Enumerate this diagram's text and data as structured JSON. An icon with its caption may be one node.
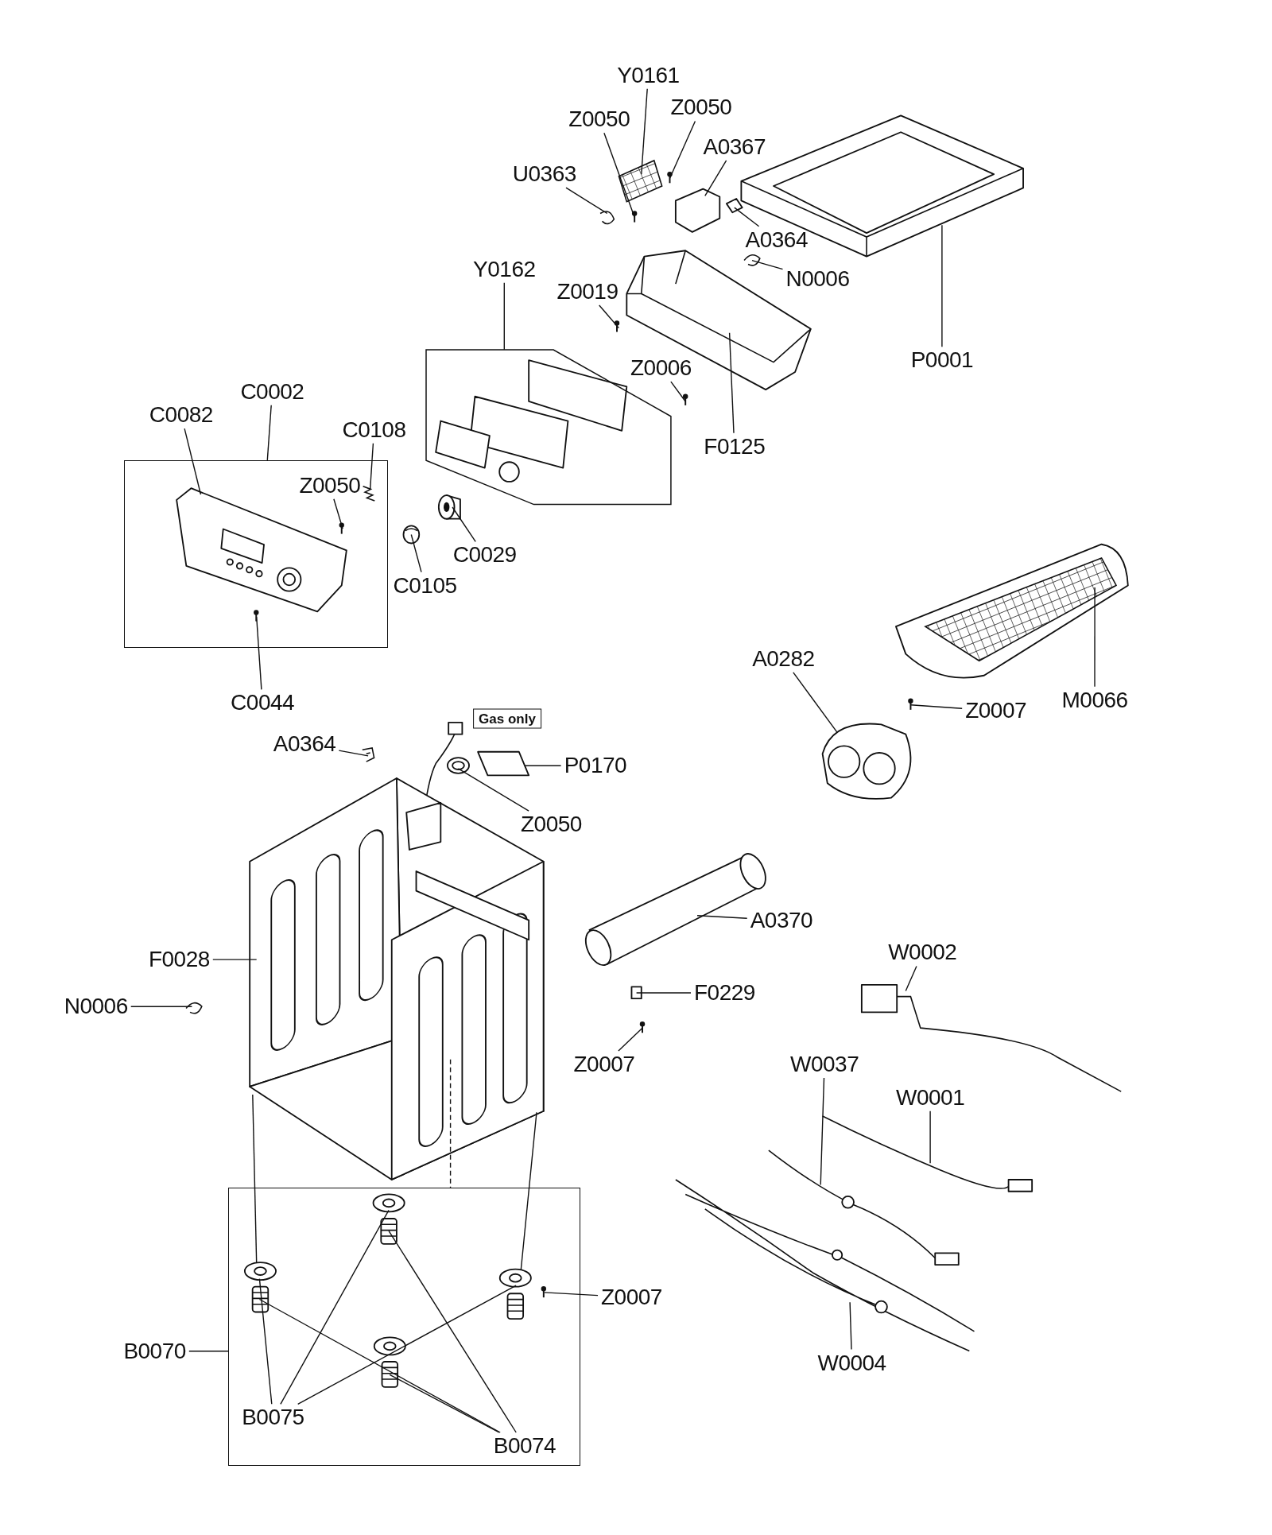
{
  "diagram": {
    "nodes": [
      {
        "text": [
          "Y0161"
        ]
      },
      {
        "text": [
          "Z0050"
        ]
      },
      {
        "text": [
          "Z0050"
        ]
      },
      {
        "text": [
          "A0367"
        ]
      },
      {
        "text": [
          "U0363"
        ]
      },
      {
        "text": [
          "A0364"
        ]
      },
      {
        "text": [
          "N0006"
        ]
      },
      {
        "text": [
          "Y0162"
        ]
      },
      {
        "text": [
          "Z0019"
        ]
      },
      {
        "text": [
          "P0001"
        ]
      },
      {
        "text": [],
        "shape": "box"
      },
      {
        "text": [
          "Z0006"
        ]
      },
      {
        "text": [
          "C0002"
        ]
      },
      {
        "text": [
          "C0082"
        ]
      },
      {
        "text": [
          "C0108"
        ]
      },
      {
        "text": [
          "F0125"
        ]
      },
      {
        "text": [],
        "shape": "box"
      },
      {
        "text": [
          "Z0050"
        ],
        "in": 16
      },
      {
        "text": [
          "C0029"
        ]
      },
      {
        "text": [
          "C0105"
        ]
      },
      {
        "text": [
          "C0044"
        ]
      },
      {
        "text": [
          "A0282"
        ]
      },
      {
        "text": [
          "Z0007"
        ]
      },
      {
        "text": [
          "M0066"
        ]
      },
      {
        "text": [
          "Gas only"
        ]
      },
      {
        "text": [
          "A0364"
        ]
      },
      {
        "text": [
          "P0170"
        ]
      },
      {
        "text": [
          "Z0050"
        ]
      },
      {
        "text": [
          "F0028"
        ]
      },
      {
        "text": [
          "A0370"
        ]
      },
      {
        "text": [
          "W0002"
        ]
      },
      {
        "text": [
          "N0006"
        ]
      },
      {
        "text": [
          "F0229"
        ]
      },
      {
        "text": [
          "Z0007"
        ]
      },
      {
        "text": [
          "W0037"
        ]
      },
      {
        "text": [
          "W0001"
        ]
      },
      {
        "text": [],
        "shape": "box"
      },
      {
        "text": [
          "Z0007"
        ]
      },
      {
        "text": [
          "B0070"
        ]
      },
      {
        "text": [
          "W0004"
        ]
      },
      {
        "text": [
          "B0075"
        ],
        "in": 36
      },
      {
        "text": [
          "B0074"
        ],
        "in": 36
      },
      {
        "text": [],
        "shape": "picture"
      },
      {
        "text": [],
        "shape": "picture"
      },
      {
        "text": [],
        "shape": "picture"
      },
      {
        "text": [],
        "shape": "picture"
      },
      {
        "text": [],
        "shape": "picture"
      },
      {
        "text": [],
        "shape": "picture"
      },
      {
        "text": [],
        "shape": "picture"
      },
      {
        "text": [],
        "shape": "picture"
      },
      {
        "text": [],
        "shape": "picture"
      },
      {
        "text": [],
        "shape": "picture"
      },
      {
        "text": [],
        "shape": "picture"
      },
      {
        "text": [],
        "shape": "picture",
        "in": 16
      },
      {
        "text": [],
        "shape": "picture",
        "in": 16
      },
      {
        "text": [],
        "shape": "picture",
        "in": 16
      },
      {
        "text": [],
        "shape": "picture",
        "in": 16
      },
      {
        "text": [],
        "shape": "picture"
      },
      {
        "text": [],
        "shape": "picture"
      },
      {
        "text": [],
        "shape": "picture"
      },
      {
        "text": [],
        "shape": "picture"
      },
      {
        "text": [],
        "shape": "picture"
      },
      {
        "text": [],
        "shape": "picture"
      },
      {
        "text": [],
        "shape": "picture"
      },
      {
        "text": [],
        "shape": "picture"
      },
      {
        "text": [],
        "shape": "picture"
      },
      {
        "text": [],
        "shape": "picture"
      },
      {
        "text": [],
        "shape": "picture"
      },
      {
        "text": [],
        "shape": "picture"
      },
      {
        "text": [],
        "shape": "picture"
      },
      {
        "text": [],
        "shape": "picture"
      },
      {
        "text": [],
        "shape": "picture"
      },
      {
        "text": [],
        "shape": "picture"
      },
      {
        "text": [],
        "shape": "picture",
        "in": 36
      },
      {
        "text": [],
        "shape": "picture"
      },
      {
        "text": [],
        "shape": "picture",
        "in": 36
      },
      {
        "text": [],
        "shape": "picture",
        "in": 36
      },
      {
        "text": [],
        "shape": "picture",
        "in": 36
      },
      {
        "text": [],
        "shape": "picture",
        "in": 36
      },
      {
        "text": [],
        "shape": "picture",
        "in": 36
      },
      {
        "text": [],
        "shape": "picture",
        "in": 36
      },
      {
        "text": [],
        "shape": "picture",
        "in": 36
      },
      {
        "text": [],
        "shape": "picture",
        "in": 36
      }
    ],
    "edges": [
      {
        "from": 0,
        "to": 42,
        "arrow": "none"
      },
      {
        "from": 1,
        "to": 43,
        "arrow": "none"
      },
      {
        "from": 2,
        "to": 44,
        "arrow": "none"
      },
      {
        "from": 3,
        "to": 45,
        "arrow": "none"
      },
      {
        "from": 4,
        "to": 46,
        "arrow": "none"
      },
      {
        "from": 5,
        "to": 47,
        "arrow": "none"
      },
      {
        "from": 6,
        "to": 48,
        "arrow": "none"
      },
      {
        "from": 7,
        "to": 10,
        "arrow": "none"
      },
      {
        "from": 8,
        "to": 50,
        "arrow": "none"
      },
      {
        "from": 9,
        "to": 51,
        "arrow": "none"
      },
      {
        "from": 11,
        "to": 52,
        "arrow": "none"
      },
      {
        "from": 12,
        "to": 16,
        "arrow": "none"
      },
      {
        "from": 13,
        "to": 53,
        "arrow": "none"
      },
      {
        "from": 14,
        "to": 54,
        "arrow": "none"
      },
      {
        "from": 15,
        "to": 49,
        "arrow": "none"
      },
      {
        "from": 17,
        "to": 55,
        "arrow": "none"
      },
      {
        "from": 18,
        "to": 57,
        "arrow": "none"
      },
      {
        "from": 19,
        "to": 58,
        "arrow": "none"
      },
      {
        "from": 20,
        "to": 56,
        "arrow": "none"
      },
      {
        "from": 21,
        "to": 59,
        "arrow": "none"
      },
      {
        "from": 22,
        "to": 60,
        "arrow": "none"
      },
      {
        "from": 23,
        "to": 61,
        "arrow": "none"
      },
      {
        "from": 25,
        "to": 62,
        "arrow": "none"
      },
      {
        "from": 26,
        "to": 63,
        "arrow": "none"
      },
      {
        "from": 27,
        "to": 64,
        "arrow": "none"
      },
      {
        "from": 28,
        "to": 65,
        "arrow": "none"
      },
      {
        "from": 29,
        "to": 66,
        "arrow": "none"
      },
      {
        "from": 30,
        "to": 67,
        "arrow": "none"
      },
      {
        "from": 31,
        "to": 68,
        "arrow": "none"
      },
      {
        "from": 32,
        "to": 69,
        "arrow": "none"
      },
      {
        "from": 33,
        "to": 70,
        "arrow": "none"
      },
      {
        "from": 34,
        "to": 71,
        "arrow": "none"
      },
      {
        "from": 35,
        "to": 72,
        "arrow": "none"
      },
      {
        "from": 37,
        "to": 73,
        "arrow": "none"
      },
      {
        "from": 38,
        "to": 36,
        "arrow": "none"
      },
      {
        "from": 39,
        "to": 74,
        "arrow": "none"
      },
      {
        "from": 40,
        "to": 76,
        "arrow": "none"
      },
      {
        "from": 40,
        "to": 75,
        "arrow": "none"
      },
      {
        "from": 40,
        "to": 77,
        "arrow": "none"
      },
      {
        "from": 41,
        "to": 80,
        "arrow": "none"
      },
      {
        "from": 41,
        "to": 79,
        "arrow": "none"
      },
      {
        "from": 41,
        "to": 82,
        "arrow": "none"
      },
      {
        "from": 65,
        "to": 76,
        "arrow": "none"
      },
      {
        "from": 65,
        "to": 77,
        "arrow": "none"
      },
      {
        "from": 65,
        "to": 36,
        "arrow": "none",
        "style": "dashed"
      }
    ]
  }
}
